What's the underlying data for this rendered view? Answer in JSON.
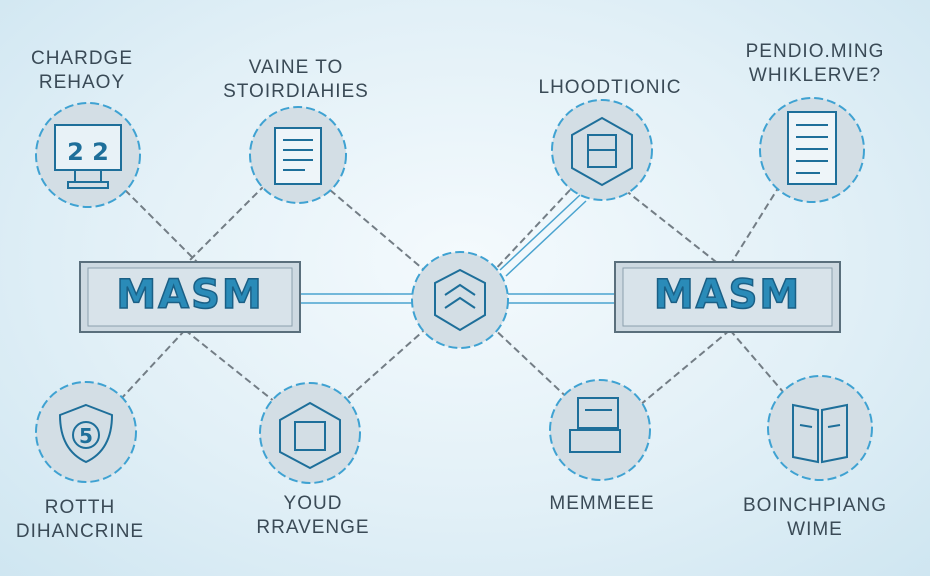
{
  "labels": {
    "top_left": [
      "CHARDGE",
      "REHAOY"
    ],
    "top_mid_left": [
      "VAINE TO",
      "STOIRDIAHIES"
    ],
    "top_mid_right": [
      "LHOODTIONIC"
    ],
    "top_right": [
      "PENDIO.MING",
      "WHIKLERVE?"
    ],
    "bottom_left": [
      "ROTTH",
      "DIHANCRINE"
    ],
    "bottom_mid_left": [
      "YOUD",
      "RRAVENGE"
    ],
    "bottom_mid_right": [
      "MEMMEEE"
    ],
    "bottom_right": [
      "BOINCHPIANG",
      "WIME"
    ]
  },
  "boxes": {
    "left": "MASM",
    "right": "MASM"
  },
  "icon_text": {
    "monitor": "2 2",
    "shield": "5"
  },
  "colors": {
    "accent": "#2a8bb8",
    "line": "#6b7780",
    "node_fill": "#d3dee5"
  }
}
